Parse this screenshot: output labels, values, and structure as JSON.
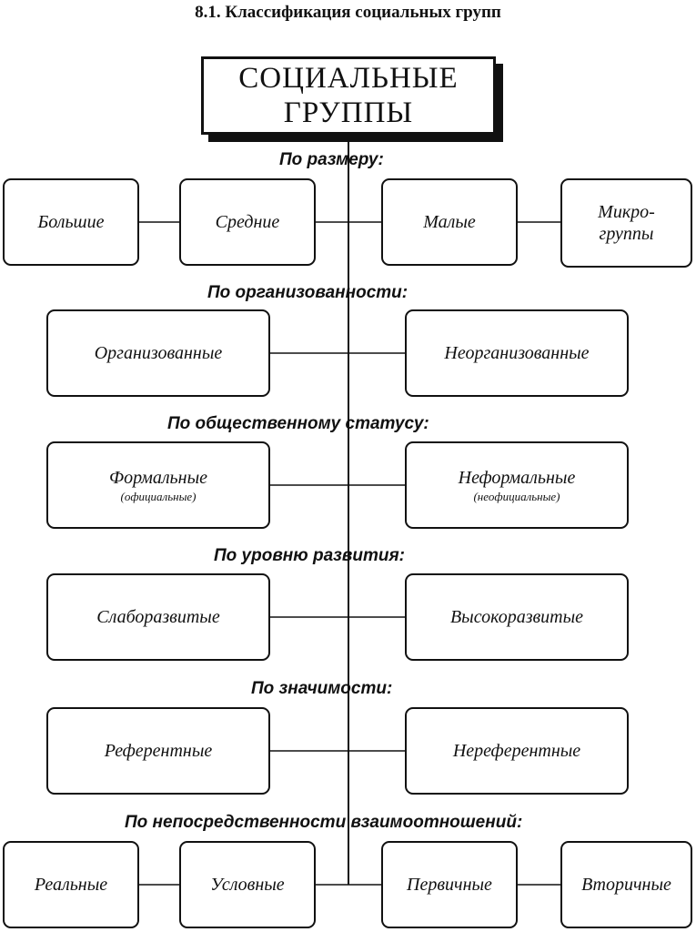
{
  "page_title": "8.1. Классификация социальных групп",
  "root": {
    "line1": "СОЦИАЛЬНЫЕ",
    "line2": "ГРУППЫ"
  },
  "groups": [
    {
      "heading": "По размеру:",
      "items": [
        {
          "label": "Большие"
        },
        {
          "label": "Средние"
        },
        {
          "label": "Малые"
        },
        {
          "label": "Микро-",
          "label2": "группы"
        }
      ]
    },
    {
      "heading": "По организованности:",
      "items": [
        {
          "label": "Организованные"
        },
        {
          "label": "Неорганизованные"
        }
      ]
    },
    {
      "heading": "По общественному статусу:",
      "items": [
        {
          "label": "Формальные",
          "sub": "(официальные)"
        },
        {
          "label": "Неформальные",
          "sub": "(неофициальные)"
        }
      ]
    },
    {
      "heading": "По уровню развития:",
      "items": [
        {
          "label": "Слаборазвитые"
        },
        {
          "label": "Высокоразвитые"
        }
      ]
    },
    {
      "heading": "По значимости:",
      "items": [
        {
          "label": "Референтные"
        },
        {
          "label": "Нереферентные"
        }
      ]
    },
    {
      "heading": "По непосредственности взаимоотношений:",
      "items": [
        {
          "label": "Реальные"
        },
        {
          "label": "Условные"
        },
        {
          "label": "Первичные"
        },
        {
          "label": "Вторичные"
        }
      ]
    }
  ]
}
